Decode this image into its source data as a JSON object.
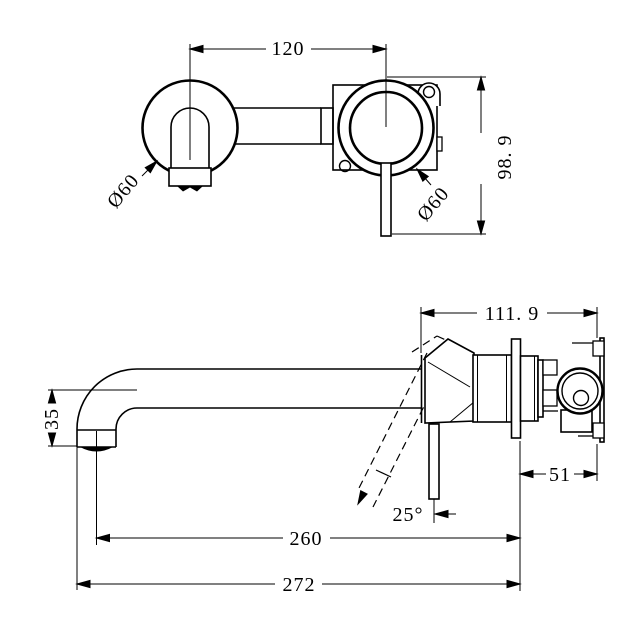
{
  "drawing": {
    "background_color": "#ffffff",
    "line_color": "#000000",
    "front_view": {
      "dim_center_distance": "120",
      "dim_spout_escutcheon_diameter": "Ø60",
      "dim_mixer_escutcheon_diameter": "Ø60",
      "dim_overall_height": "98. 9"
    },
    "side_view": {
      "dim_installation_depth": "111. 9",
      "dim_spout_drop": "35",
      "dim_in_wall_depth": "51",
      "dim_handle_swing_angle": "25°",
      "dim_spout_reach_to_outlet": "260",
      "dim_spout_reach_overall": "272"
    }
  }
}
